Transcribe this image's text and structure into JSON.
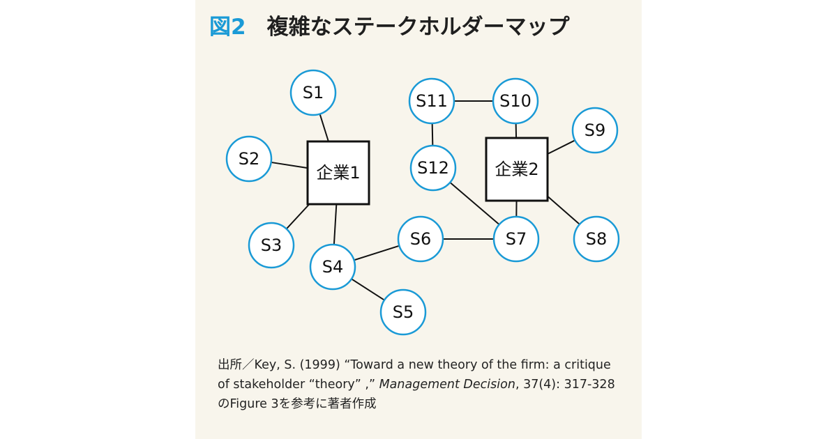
{
  "figure": {
    "number": "図2",
    "title": "複雑なステークホルダーマップ"
  },
  "colors": {
    "accent": "#1a9ad6",
    "node_stroke": "#1a9ad6",
    "node_fill": "#ffffff",
    "edge": "#111111",
    "panel_background": "#f8f5ec"
  },
  "diagram": {
    "companies": [
      {
        "id": "c1",
        "label": "企業1"
      },
      {
        "id": "c2",
        "label": "企業2"
      }
    ],
    "stakeholders": [
      {
        "id": "s1",
        "label": "S1"
      },
      {
        "id": "s2",
        "label": "S2"
      },
      {
        "id": "s3",
        "label": "S3"
      },
      {
        "id": "s4",
        "label": "S4"
      },
      {
        "id": "s5",
        "label": "S5"
      },
      {
        "id": "s6",
        "label": "S6"
      },
      {
        "id": "s7",
        "label": "S7"
      },
      {
        "id": "s8",
        "label": "S8"
      },
      {
        "id": "s9",
        "label": "S9"
      },
      {
        "id": "s10",
        "label": "S10"
      },
      {
        "id": "s11",
        "label": "S11"
      },
      {
        "id": "s12",
        "label": "S12"
      }
    ],
    "edges": [
      [
        "s1",
        "c1"
      ],
      [
        "s2",
        "c1"
      ],
      [
        "s3",
        "c1"
      ],
      [
        "s4",
        "c1"
      ],
      [
        "s4",
        "s5"
      ],
      [
        "s4",
        "s6"
      ],
      [
        "s6",
        "s7"
      ],
      [
        "s7",
        "s12"
      ],
      [
        "s7",
        "c2"
      ],
      [
        "s11",
        "s12"
      ],
      [
        "s11",
        "s10"
      ],
      [
        "s10",
        "c2"
      ],
      [
        "s9",
        "c2"
      ],
      [
        "s8",
        "c2"
      ]
    ]
  },
  "caption": {
    "line1": "出所／Key, S. (1999) “Toward a new theory of the firm: a critique",
    "line2_pre": "of stakeholder “theory” ,” ",
    "line2_journal": "Management Decision",
    "line2_post": ", 37(4): 317-328",
    "line3": "のFigure 3を参考に著者作成"
  }
}
